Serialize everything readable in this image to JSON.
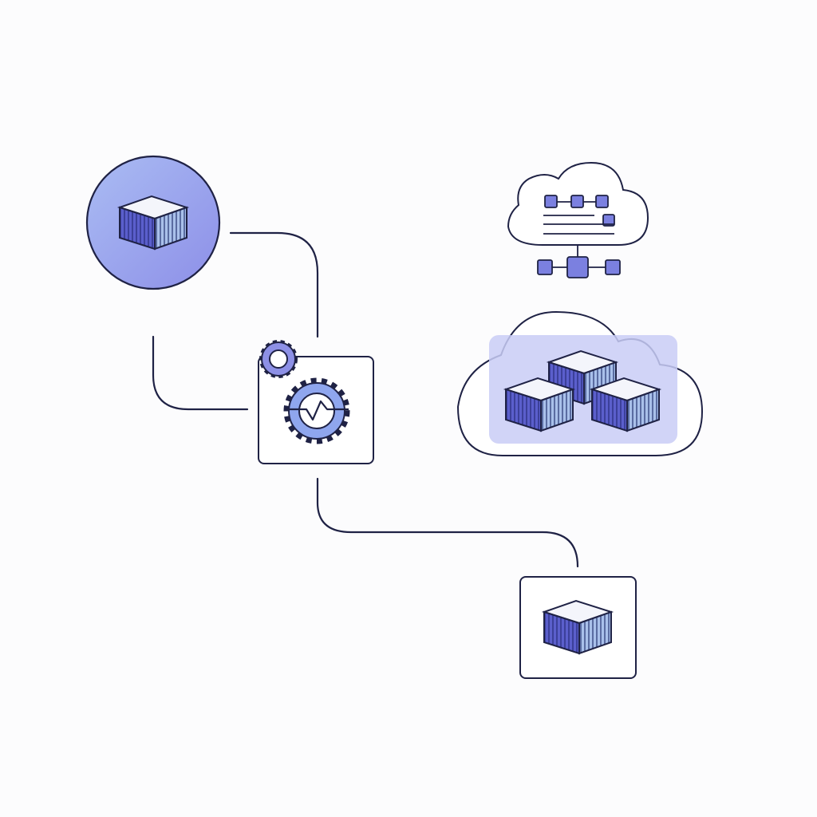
{
  "colors": {
    "background": "#fcfcfd",
    "outline": "#1f2245",
    "accent": "#7b80e0",
    "accent_light": "#b7c4f4",
    "panel_tint": "#c9ccf6"
  },
  "nodes": [
    {
      "id": "source-container",
      "icon": "shipping-container-icon"
    },
    {
      "id": "processing-gears",
      "icon": "gears-icon"
    },
    {
      "id": "cloud-network",
      "icon": "cloud-network-icon"
    },
    {
      "id": "cloud-cluster",
      "icon": "cloud-containers-icon"
    },
    {
      "id": "target-container",
      "icon": "shipping-container-icon"
    }
  ]
}
